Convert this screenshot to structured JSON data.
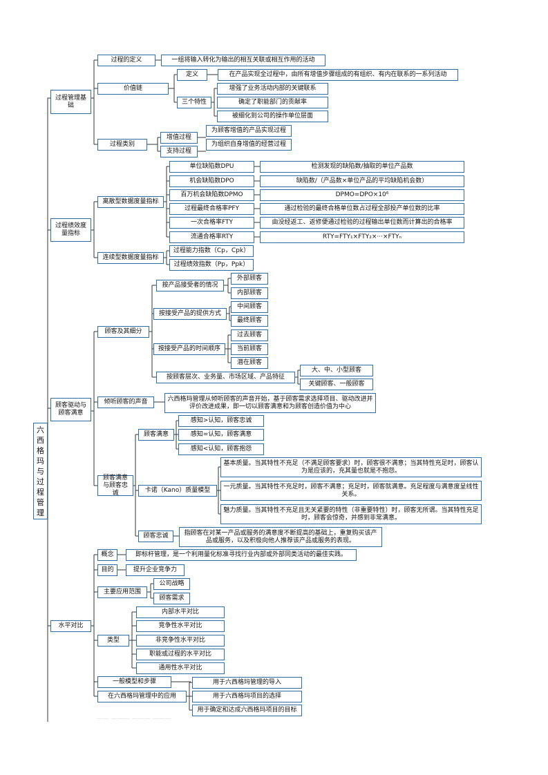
{
  "root": "六西格玛与过程管理",
  "s1": {
    "title": "过程管理基础",
    "def_label": "过程的定义",
    "def_text": "一组将输入转化为输出的相互关联或相互作用的活动",
    "vc_label": "价值链",
    "vc_def_label": "定义",
    "vc_def_text": "在产品实现全过程中，由所有增值步骤组成的有组织、有内在联系的一系列活动",
    "vc_traits_label": "三个特性",
    "vc_traits": [
      "增强了业务活动内部的关键联系",
      "确定了职能部门的贡献率",
      "被细化到公司的操作单位层面"
    ],
    "cat_label": "过程类别",
    "cat_items": [
      {
        "label": "增值过程",
        "text": "为顾客增值的产品实现过程"
      },
      {
        "label": "支持过程",
        "text": "为组织自身增值的经营过程"
      }
    ]
  },
  "s2": {
    "title": "过程绩效度量指标",
    "discrete_label": "离散型数据度量指标",
    "discrete": [
      {
        "name": "单位缺陷数DPU",
        "desc": "检测发现的缺陷数/抽取的单位产品数"
      },
      {
        "name": "机会缺陷数DPO",
        "desc": "缺陷数/（产品数×单位产品的平均缺陷机会数）"
      },
      {
        "name": "百万机会缺陷数DPMO",
        "desc": "DPMO=DPO×10⁶"
      },
      {
        "name": "过程最终合格率PFY",
        "desc": "通过检验的最终合格单位数占过程全部投产单位数的比率"
      },
      {
        "name": "一次合格率FTY",
        "desc": "由没经返工、返修便通过检验的过程输出单位数而计算出的合格率"
      },
      {
        "name": "流通合格率RTY",
        "desc": "RTY=FTY₁×FTY₂×···×FTYₙ"
      }
    ],
    "continuous_label": "连续型数据度量指标",
    "continuous": [
      "过程能力指数（Cp，Cpk）",
      "过程绩效指数（Pp，Ppk）"
    ]
  },
  "s3": {
    "title": "顾客驱动与顾客满意",
    "cust_label": "顾客及其细分",
    "seg1": {
      "label": "按产品接受者的情况",
      "items": [
        "外部顾客",
        "内部顾客"
      ]
    },
    "seg2": {
      "label": "按接受产品的提供方式",
      "items": [
        "中间顾客",
        "最终顾客"
      ]
    },
    "seg3": {
      "label": "按接受产品的时间顺序",
      "items": [
        "过去顾客",
        "当前顾客",
        "潜在顾客"
      ]
    },
    "seg4": {
      "label": "按顾客层次、业务量、市场区域、产品特征",
      "items": [
        "大、中、小型顾客",
        "关键顾客、一般顾客"
      ]
    },
    "voice_label": "倾听顾客的声音",
    "voice_text": "六西格玛管理从倾听顾客的声音开始，基于顾客需求选择项目、驱动改进并评价改进成果，即一切以顾客满意和为顾客创造价值为中心",
    "sl_label": "顾客满意与顾客忠诚",
    "sat_label": "顾客满意",
    "sat_items": [
      "感知>认知，顾客忠诚",
      "感知=认知，顾客满意",
      "感知<认知，顾客抱怨"
    ],
    "kano_label": "卡诺（Kano）质量模型",
    "kano_items": [
      "基本质量。当其特性不充足（不满足顾客要求）时，顾客很不满意；当其特性充足时，顾客认为是应该的，充其量也就是不抱怨。",
      "一元质量。当其特性不充足时，顾客不满意；充足时，顾客就满意。充足程度与满意度呈线性关系。",
      "魅力质量。当其特性不充足且无关紧要的特性（非重要特性）时，顾客无所谓。当其特性充足时，顾客会惊奇，并感到非常满意。"
    ],
    "loyal_label": "顾客忠诚",
    "loyal_text": "指顾客在对某一产品或服务的满意度不断提高的基础上，重复购买该产品或服务，以及积极向他人推荐该产品或服务的表现。"
  },
  "s4": {
    "title": "水平对比",
    "concept_label": "概念",
    "concept_text": "即标杆管理，是一个利用量化标准寻找行业内部或外部同类活动的最佳实践。",
    "purpose_label": "目的",
    "purpose_text": "提升企业竞争力",
    "scope_label": "主要应用范围",
    "scope_items": [
      "公司战略",
      "顾客需求"
    ],
    "type_label": "类型",
    "type_items": [
      "内部水平对比",
      "竞争性水平对比",
      "非竞争性水平对比",
      "职能或过程的水平对比",
      "通用性水平对比"
    ],
    "general_label": "一般模型和步骤",
    "app_label": "在六西格玛管理中的应用",
    "app_items": [
      "用于六西格玛管理的导入",
      "用于六西格玛项目的选择",
      "用于确定和达成六西格玛项目的目标"
    ]
  }
}
